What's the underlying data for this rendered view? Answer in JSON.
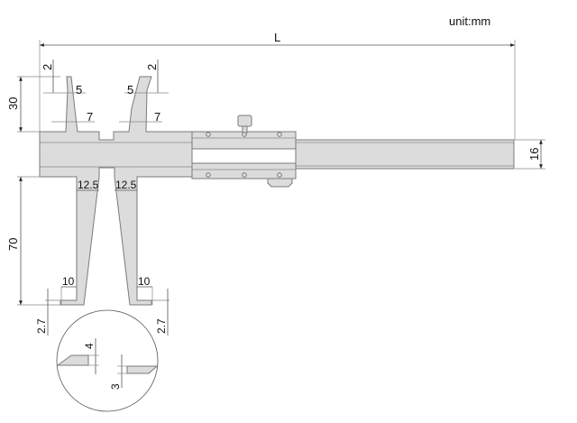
{
  "unit_label": "unit:mm",
  "dimensions": {
    "length": "L",
    "beam_height": "16",
    "upper_jaw_length": "30",
    "upper_tip_height_left": "2",
    "upper_tip_height_right": "2",
    "upper_tip_width_left": "5",
    "upper_tip_width_right": "5",
    "upper_base_width_left": "7",
    "upper_base_width_right": "7",
    "lower_jaw_length": "70",
    "lower_base_width_left": "12.5",
    "lower_base_width_right": "12.5",
    "lower_foot_width_left": "10",
    "lower_foot_width_right": "10",
    "lower_foot_height_left": "2.7",
    "lower_foot_height_right": "2.7",
    "detail_upper_blade": "4",
    "detail_lower_blade": "3"
  },
  "colors": {
    "part_fill": "#dcdcdc",
    "outline": "#7a7a7a"
  }
}
